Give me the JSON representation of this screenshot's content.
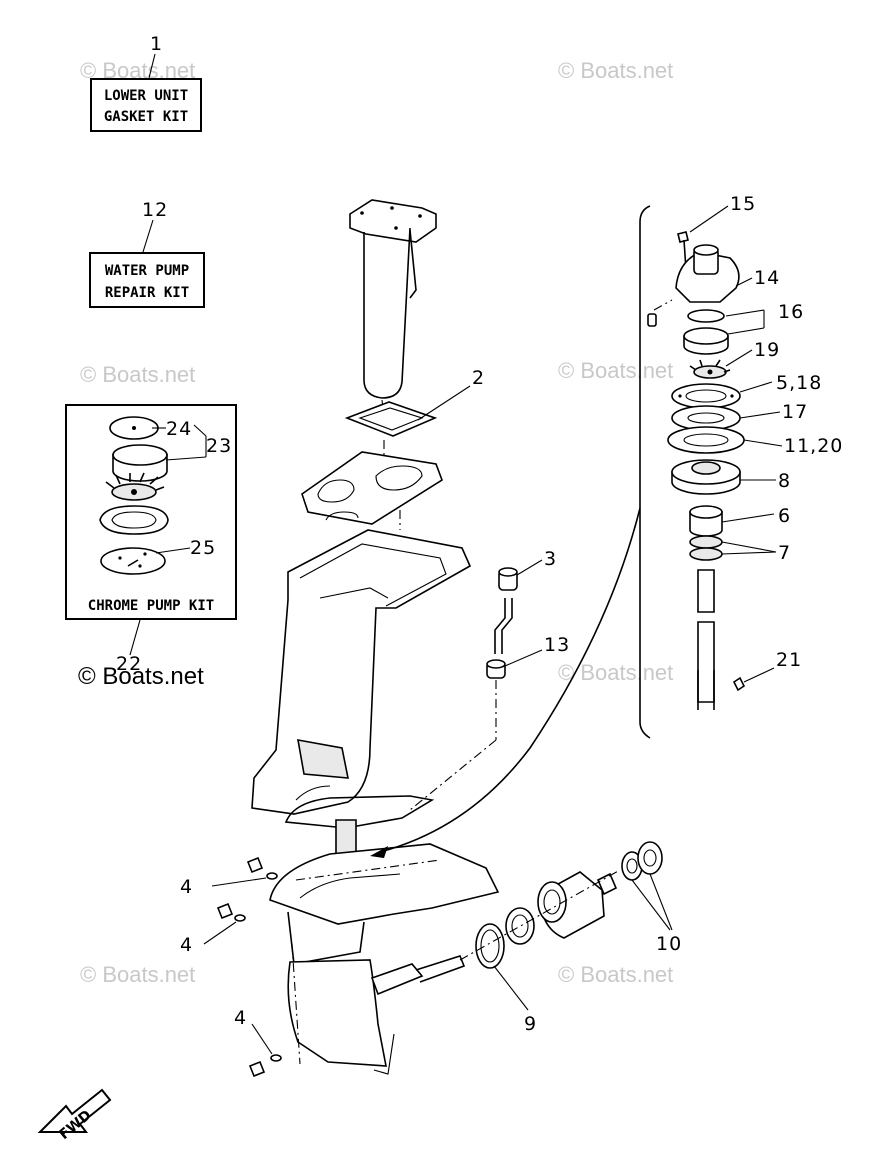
{
  "watermarks": [
    "© Boats.net",
    "© Boats.net",
    "© Boats.net",
    "© Boats.net",
    "© Boats.net",
    "© Boats.net",
    "© Boats.net"
  ],
  "watermark_dark": "© Boats.net",
  "kits": {
    "gasket": {
      "number": "1",
      "line1": "LOWER UNIT",
      "line2": "GASKET KIT"
    },
    "water_pump": {
      "number": "12",
      "line1": "WATER PUMP",
      "line2": "REPAIR KIT"
    },
    "chrome_pump": {
      "label": "CHROME PUMP KIT",
      "number": "22"
    }
  },
  "callouts": {
    "c2": "2",
    "c3": "3",
    "c4a": "4",
    "c4b": "4",
    "c4c": "4",
    "c5_18": "5,18",
    "c6": "6",
    "c7": "7",
    "c8": "8",
    "c9": "9",
    "c10": "10",
    "c11_20": "11,20",
    "c13": "13",
    "c14": "14",
    "c15": "15",
    "c16": "16",
    "c17": "17",
    "c19": "19",
    "c21": "21",
    "c23": "23",
    "c24": "24",
    "c25": "25"
  },
  "fwd_label": "FWD"
}
